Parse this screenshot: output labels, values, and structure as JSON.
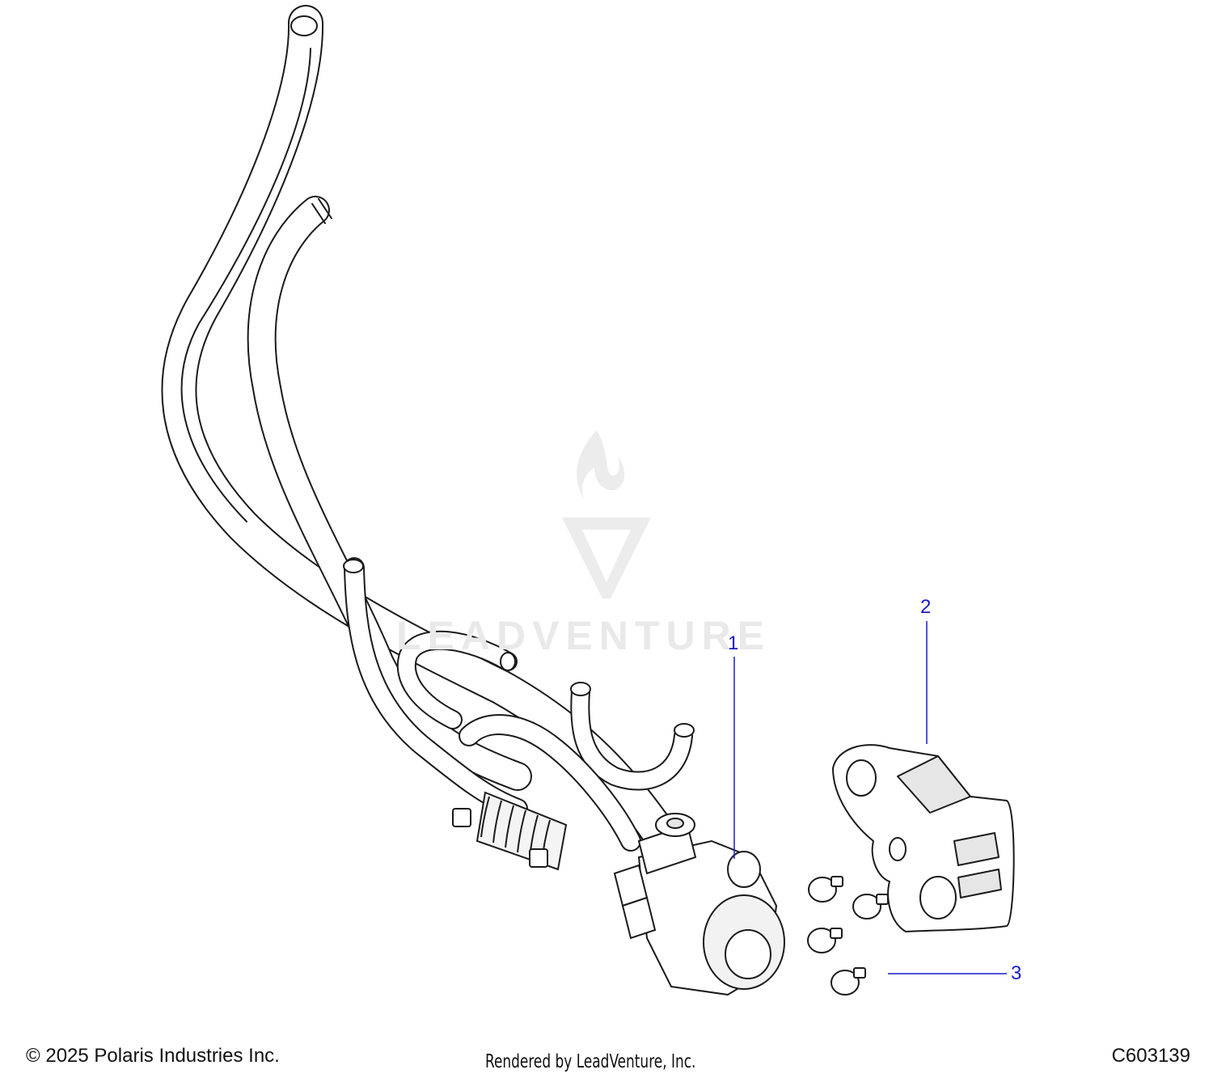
{
  "diagram": {
    "callouts": [
      {
        "id": "1",
        "label": "1"
      },
      {
        "id": "2",
        "label": "2"
      },
      {
        "id": "3",
        "label": "3"
      }
    ],
    "watermark": "LEADVENTURE",
    "line_color": "#1a1a1a",
    "callout_color": "#1a1acc",
    "part_fill": "#ffffff",
    "part_shade": "#e6e6e6"
  },
  "footer": {
    "copyright": "© 2025 Polaris Industries Inc.",
    "rendered_by": "Rendered by LeadVenture, Inc.",
    "drawing_code": "C603139"
  }
}
